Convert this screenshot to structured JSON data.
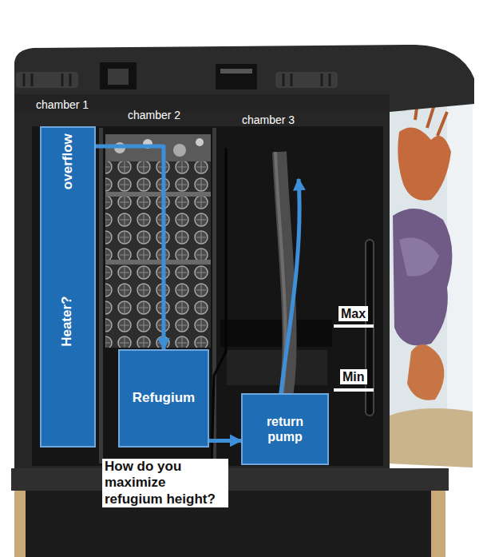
{
  "diagram": {
    "nodes": [
      {
        "text": [
          "overflow",
          "Heater?"
        ]
      },
      {
        "text": [
          "Refugium"
        ]
      },
      {
        "text": [
          "return pump"
        ]
      }
    ],
    "edges": [
      {
        "from": 0,
        "to": 1,
        "arrow": "to"
      },
      {
        "from": 1,
        "to": 2,
        "arrow": "to"
      }
    ],
    "labels": [
      "chamber 1",
      "chamber 2",
      "chamber 3",
      "Max",
      "Min",
      "How do you maximize refugium height?"
    ]
  }
}
